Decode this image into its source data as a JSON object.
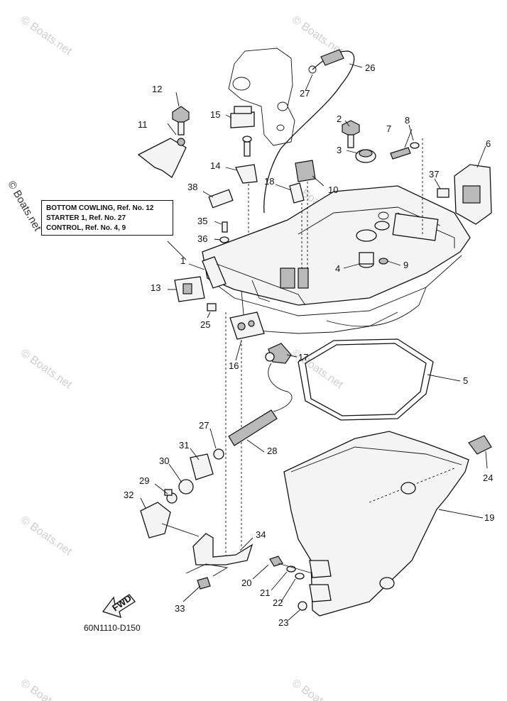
{
  "diagram_code": "60N1110-D150",
  "note_lines": [
    "BOTTOM COWLING, Ref. No. 12",
    "STARTER 1, Ref. No. 27",
    "CONTROL, Ref. No. 4, 9"
  ],
  "copyright": "© Boats.net",
  "watermark": "© Boats.net",
  "fwd_label": "FWD",
  "callouts": [
    "1",
    "2",
    "3",
    "4",
    "5",
    "6",
    "7",
    "8",
    "9",
    "10",
    "11",
    "12",
    "13",
    "14",
    "15",
    "16",
    "17",
    "18",
    "19",
    "20",
    "21",
    "22",
    "23",
    "24",
    "25",
    "26",
    "27",
    "27",
    "28",
    "29",
    "30",
    "31",
    "32",
    "33",
    "34",
    "35",
    "36",
    "37",
    "38"
  ]
}
